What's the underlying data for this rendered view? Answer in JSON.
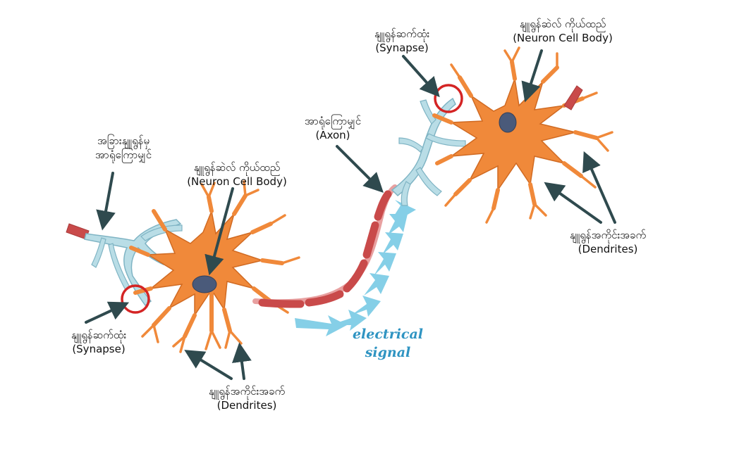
{
  "labels": {
    "other_axon": {
      "my_line1": "အခြားနျူရွန်မှ",
      "my_line2": "အာရုံကြောမျှင်"
    },
    "cell_body_left": {
      "my": "နျူရွန်ဆဲလ် ကိုယ်ထည်",
      "en": "(Neuron Cell Body)"
    },
    "synapse_left": {
      "my": "နျူရွန်ဆက်ထုံး",
      "en": "(Synapse)"
    },
    "dendrites_left": {
      "my": "နျူရွန်အကိုင်းအခက်",
      "en": "(Dendrites)"
    },
    "axon": {
      "my": "အာရုံကြောမျှင်",
      "en": "(Axon)"
    },
    "synapse_right": {
      "my": "နျူရွန်ဆက်ထုံး",
      "en": "(Synapse)"
    },
    "cell_body_right": {
      "my": "နျူရွန်ဆဲလ် ကိုယ်ထည်",
      "en": "(Neuron Cell Body)"
    },
    "dendrites_right": {
      "my": "နျူရွန်အကိုင်းအခက်",
      "en": "(Dendrites)"
    }
  },
  "signal": {
    "line1": "electrical",
    "line2": "signal"
  },
  "colors": {
    "cell_body": "#f0893a",
    "cell_body_light": "#f7b070",
    "nucleus": "#4a5a7a",
    "axon_segment": "#c94a4a",
    "terminal": "#b9dde6",
    "terminal_stroke": "#7fb4c4",
    "synapse_circle": "#d42424",
    "arrow": "#2f4a4e",
    "signal_arrow": "#7fcde6"
  }
}
